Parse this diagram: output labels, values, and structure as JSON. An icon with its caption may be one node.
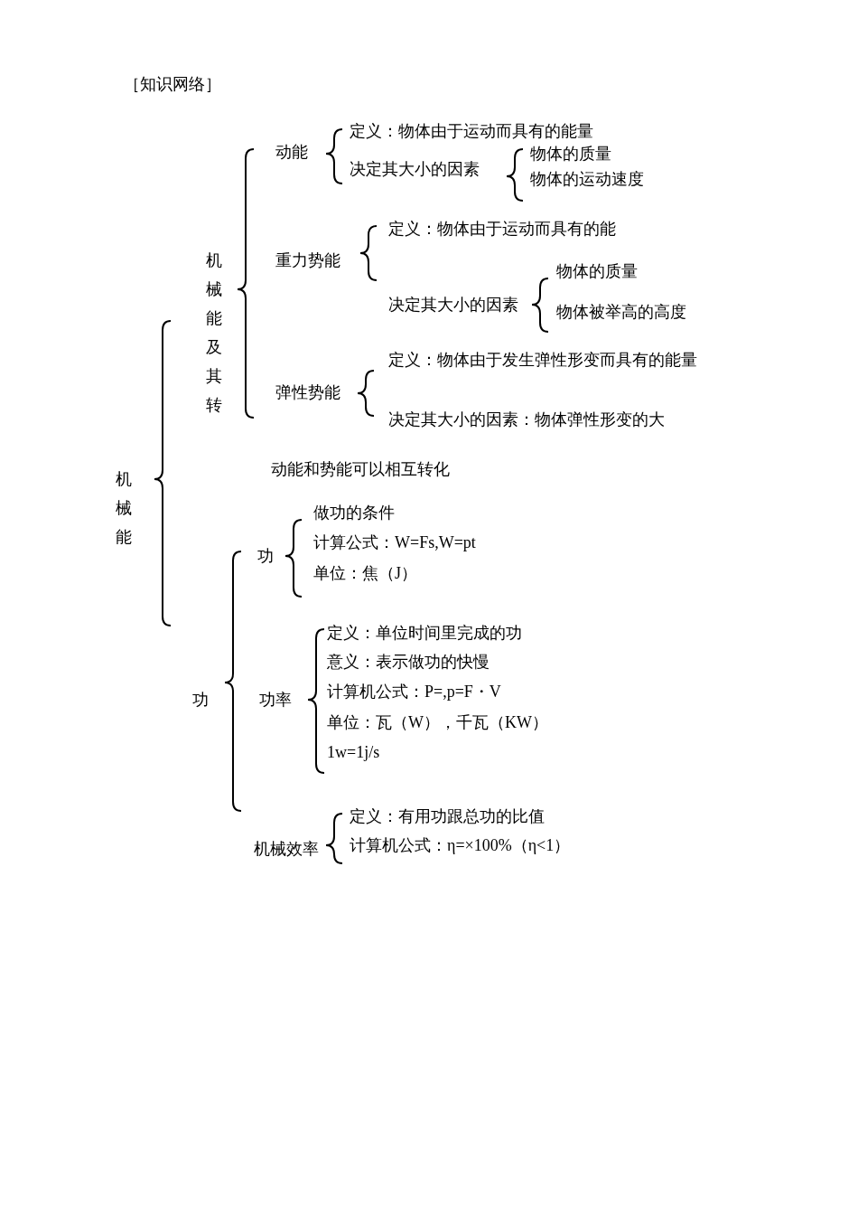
{
  "diagram": {
    "title": "［知识网络］",
    "labels": [
      "动能",
      "定义：物体由于运动而具有的能量",
      "决定其大小的因素",
      "物体的质量",
      "物体的运动速度",
      "机械能及其转",
      "重力势能",
      "定义：物体由于运动而具有的能",
      "物体的质量",
      "决定其大小的因素",
      "物体被举高的高度",
      "定义：物体由于发生弹性形变而具有的能量",
      "弹性势能",
      "决定其大小的因素：物体弹性形变的大",
      "机械能",
      "动能和势能可以相互转化",
      "做功的条件",
      "功",
      "计算公式：W=Fs,W=pt",
      "单位：焦（J）",
      "定义：单位时间里完成的功",
      "意义：表示做功的快慢",
      "计算机公式：P=,p=F・V",
      "功",
      "功率",
      "单位：瓦（W），千瓦（KW）",
      "1w=1j/s",
      "定义：有用功跟总功的比值",
      "机械效率",
      "计算机公式：η=×100%（η<1）"
    ]
  }
}
